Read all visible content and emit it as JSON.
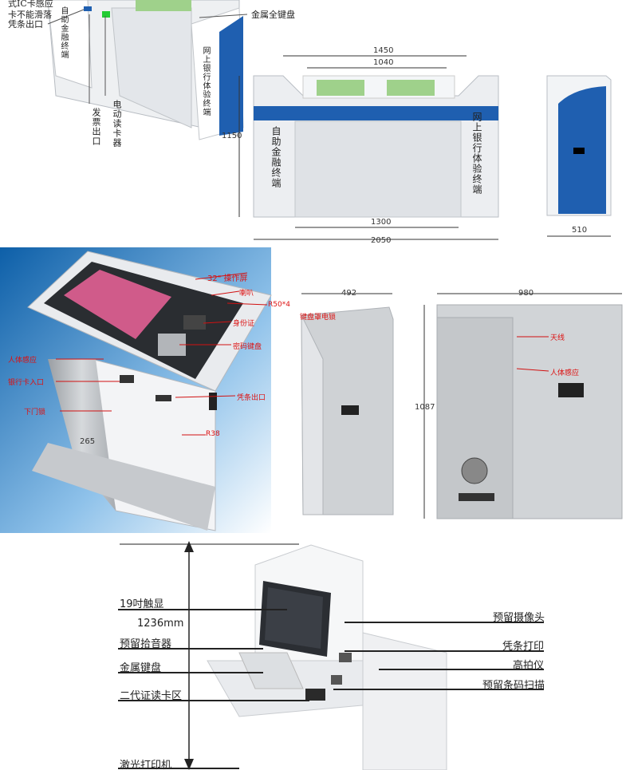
{
  "panel1": {
    "labels_left": [
      "式IC卡感应",
      "卡不能滑落",
      "凭条出口"
    ],
    "keyboard": "金属全键盘",
    "ticket_out": "发票出口",
    "card_reader": "电动读卡器",
    "side_text_left": "自助金融终端",
    "side_text_right": "网上银行体验终端",
    "dims": {
      "w1450": "1450",
      "w1040": "1040",
      "h1150": "1150",
      "w1300": "1300",
      "w2050": "2050",
      "w510": "510"
    }
  },
  "panel2": {
    "callouts": {
      "screen": "32\" 操作屏",
      "speaker": "喇叭",
      "r50": "R50*4",
      "id": "身份证",
      "pin": "密码键盘",
      "human": "人体感应",
      "card_in": "银行卡入口",
      "receipt": "凭条出口",
      "lower_lock": "下门锁",
      "r38": "R38",
      "kb_lock": "键盘罩电锁",
      "camera": "天线",
      "human2": "人体感应"
    },
    "dims": {
      "d492": "492",
      "d980": "980",
      "d1087": "1087",
      "d265": "265"
    }
  },
  "panel3": {
    "left_labels": [
      "19吋触显",
      "1236mm",
      "预留拾音器",
      "金属键盘",
      "二代证读卡区",
      "激光打印机"
    ],
    "right_labels": [
      "预留摄像头",
      "凭条打印",
      "高拍仪",
      "预留条码扫描"
    ]
  },
  "colors": {
    "blue": "#1f5fb0",
    "red": "#d11111",
    "steel": "#b8bcc0"
  }
}
